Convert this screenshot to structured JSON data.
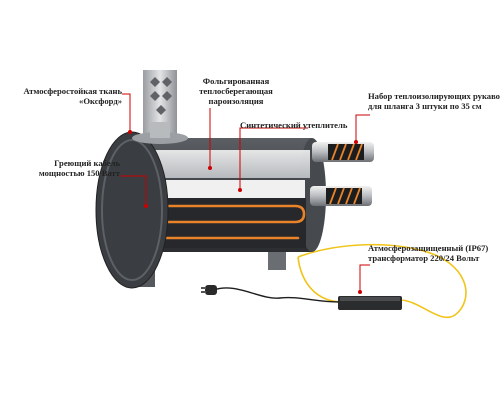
{
  "labels": {
    "fabric": [
      "Атмосферостойкая ткань",
      "«Оксфорд»"
    ],
    "foil": [
      "Фольгированная",
      "теплосберегающая",
      "пароизоляция"
    ],
    "sleeves": [
      "Набор теплоизолирующих рукавов",
      "для шланга 3 штуки по 35 см"
    ],
    "insulation": [
      "Синтетический утеплитель"
    ],
    "cable": [
      "Греющий кабель",
      "мощностью 150 Ватт"
    ],
    "transformer": [
      "Атмосферозащищенный (IP67)",
      "трансформатор 220/24 Вольт"
    ]
  },
  "colors": {
    "tank_dark": "#3f4246",
    "tank_mid": "#55595e",
    "foil": "#c9ccd0",
    "insulation": "#eeeeee",
    "heating_cable": "#e8832a",
    "yellow_wire": "#f0c419",
    "leader_line": "#cc0000"
  }
}
